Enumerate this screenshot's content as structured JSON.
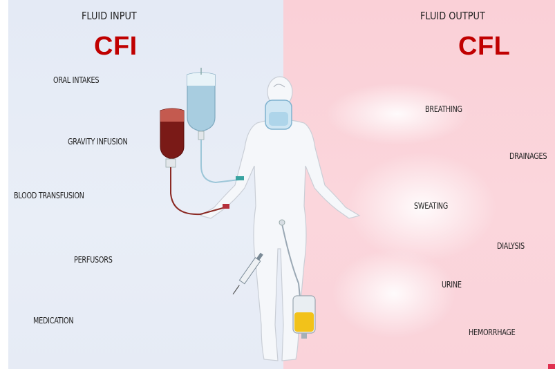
{
  "input_panel": {
    "heading": "FLUID INPUT",
    "code": "CFI",
    "items": [
      "ORAL INTAKES",
      "GRAVITY INFUSION",
      "BLOOD TRANSFUSION",
      "PERFUSORS",
      "MEDICATION"
    ],
    "bg_color": "#e6ebf5"
  },
  "output_panel": {
    "heading": "FLUID OUTPUT",
    "code": "CFL",
    "items": [
      "BREATHING",
      "DRAINAGES",
      "SWEATING",
      "DIALYSIS",
      "URINE",
      "HEMORRHAGE"
    ],
    "bg_color": "#fad3da"
  },
  "colors": {
    "code_text": "#c00000",
    "saline_bag": "#a8cde0",
    "blood_bag": "#7a1a17",
    "urine_bag": "#f2c21a"
  }
}
